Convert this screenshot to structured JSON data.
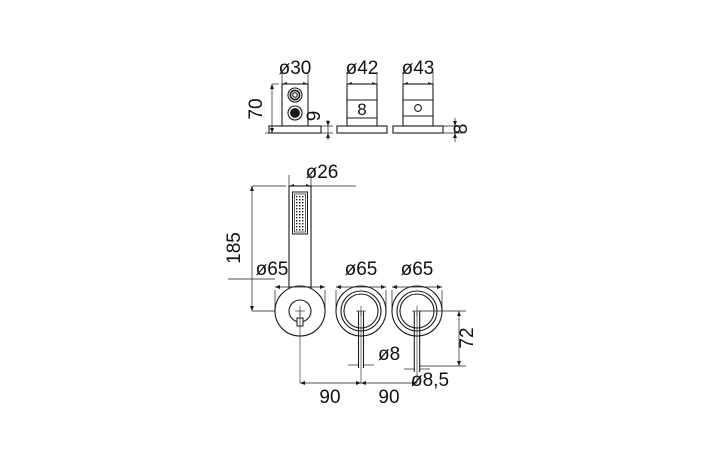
{
  "drawing": {
    "title": "Technical dimensional drawing - shower / tap set",
    "units": "mm",
    "line_color": "#1a1a1a",
    "fill_color": "#ffffff",
    "background": "#ffffff"
  },
  "top_views": {
    "items": [
      {
        "name": "handshower-holder-body",
        "diameter_label": "ø30",
        "height_label": "70",
        "flange_label": "9"
      },
      {
        "name": "mixer-body-42",
        "diameter_label": "ø42",
        "detail_glyph": "8"
      },
      {
        "name": "mixer-body-43",
        "diameter_label": "ø43",
        "detail_glyph": "o",
        "flange_label": "8"
      }
    ]
  },
  "front_view": {
    "handshower": {
      "name": "handshower",
      "head_diameter_label": "ø26",
      "total_height_label": "185"
    },
    "escutcheons": [
      {
        "name": "escutcheon-handshower",
        "diameter_label": "ø65"
      },
      {
        "name": "escutcheon-mixer-center",
        "diameter_label": "ø65"
      },
      {
        "name": "escutcheon-mixer-right",
        "diameter_label": "ø65"
      }
    ],
    "lever_labels": {
      "center_lever": "ø8",
      "right_lever": "ø8,5"
    },
    "spacing": {
      "left_gap": "90",
      "right_gap": "90",
      "lever_drop": "72"
    }
  }
}
